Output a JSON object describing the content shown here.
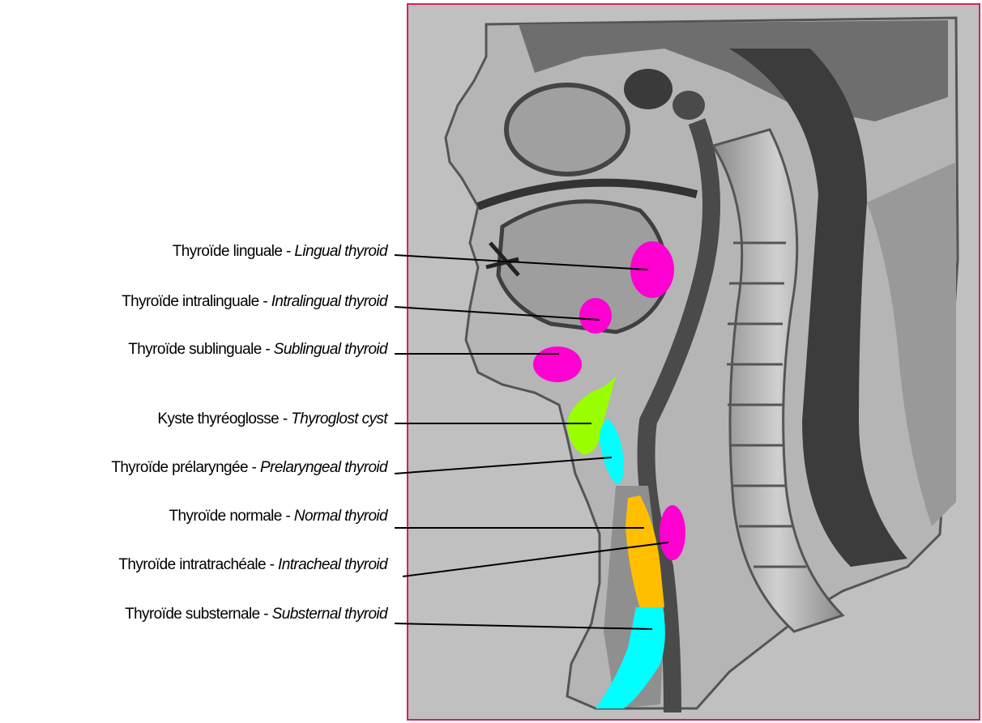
{
  "labels": [
    {
      "fr": "Thyroïde linguale - ",
      "en": "Lingual thyroid"
    },
    {
      "fr": "Thyroïde intralinguale - ",
      "en": "Intralingual thyroid"
    },
    {
      "fr": "Thyroïde sublinguale - ",
      "en": "Sublingual thyroid"
    },
    {
      "fr": "Kyste thyréoglosse - ",
      "en": "Thyroglost cyst"
    },
    {
      "fr": "Thyroïde prélaryngée - ",
      "en": "Prelaryngeal thyroid"
    },
    {
      "fr": "Thyroïde normale - ",
      "en": "Normal thyroid"
    },
    {
      "fr": "Thyroïde intratrachéale - ",
      "en": "Intracheal  thyroid"
    },
    {
      "fr": "Thyroïde substernale - ",
      "en": "Substernal thyroid"
    }
  ],
  "colors": {
    "frame": "#d0245a",
    "background": "#c0c0c0",
    "magenta": "#ff00d0",
    "green": "#99ff00",
    "cyan": "#00ffff",
    "orange": "#ffbf00"
  }
}
